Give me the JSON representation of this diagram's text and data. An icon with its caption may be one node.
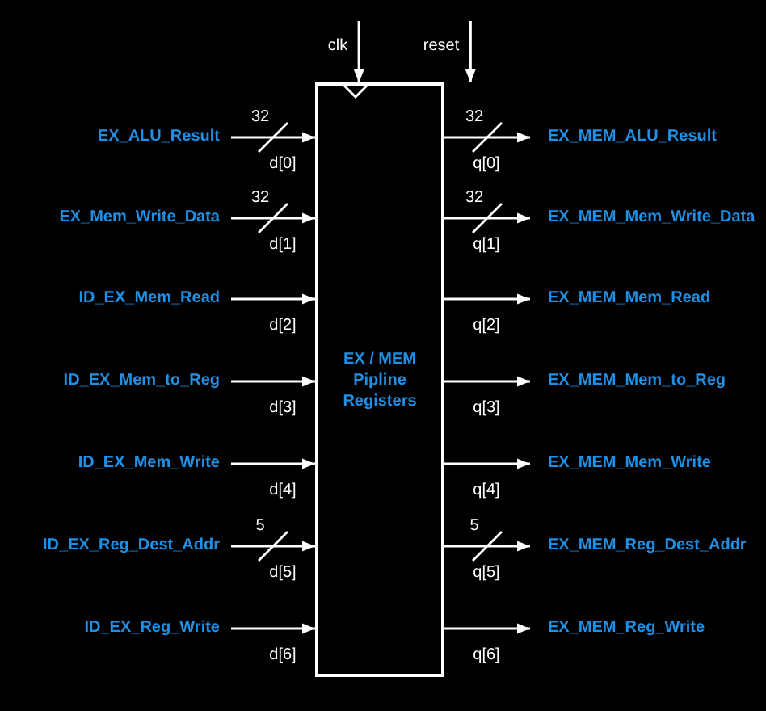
{
  "diagram": {
    "nodes": [
      {
        "text": [
          "EX / MEM Pipline Registers"
        ]
      },
      {
        "text": [
          "EX_ALU_Result"
        ]
      },
      {
        "text": [
          "EX_Mem_Write_Data"
        ]
      },
      {
        "text": [
          "ID_EX_Mem_Read"
        ]
      },
      {
        "text": [
          "ID_EX_Mem_to_Reg"
        ]
      },
      {
        "text": [
          "ID_EX_Mem_Write"
        ]
      },
      {
        "text": [
          "ID_EX_Reg_Dest_Addr"
        ]
      },
      {
        "text": [
          "ID_EX_Reg_Write"
        ]
      },
      {
        "text": [
          "EX_MEM_ALU_Result"
        ]
      },
      {
        "text": [
          "EX_MEM_Mem_Write_Data"
        ]
      },
      {
        "text": [
          "EX_MEM_Mem_Read"
        ]
      },
      {
        "text": [
          "EX_MEM_Mem_to_Reg"
        ]
      },
      {
        "text": [
          "EX_MEM_Mem_Write"
        ]
      },
      {
        "text": [
          "EX_MEM_Reg_Dest_Addr"
        ]
      },
      {
        "text": [
          "EX_MEM_Reg_Write"
        ]
      },
      {
        "text": [
          "clk"
        ]
      },
      {
        "text": [
          "reset"
        ]
      }
    ],
    "edges": [
      {
        "from": 15,
        "to": 0,
        "arrow": "to"
      },
      {
        "from": 16,
        "to": 0,
        "arrow": "to"
      },
      {
        "from": 1,
        "to": 0,
        "arrow": "to",
        "label": "32"
      },
      {
        "from": 0,
        "to": 8,
        "arrow": "to",
        "label": "32"
      },
      {
        "from": 2,
        "to": 0,
        "arrow": "to",
        "label": "32"
      },
      {
        "from": 0,
        "to": 9,
        "arrow": "to",
        "label": "32"
      },
      {
        "from": 3,
        "to": 0,
        "arrow": "to"
      },
      {
        "from": 0,
        "to": 10,
        "arrow": "to"
      },
      {
        "from": 4,
        "to": 0,
        "arrow": "to"
      },
      {
        "from": 0,
        "to": 11,
        "arrow": "to"
      },
      {
        "from": 5,
        "to": 0,
        "arrow": "to"
      },
      {
        "from": 0,
        "to": 12,
        "arrow": "to"
      },
      {
        "from": 6,
        "to": 0,
        "arrow": "to",
        "label": "5"
      },
      {
        "from": 0,
        "to": 13,
        "arrow": "to",
        "label": "5"
      },
      {
        "from": 7,
        "to": 0,
        "arrow": "to"
      },
      {
        "from": 0,
        "to": 14,
        "arrow": "to"
      }
    ],
    "labels": [
      "d[0]",
      "q[0]",
      "d[1]",
      "q[1]",
      "d[2]",
      "q[2]",
      "d[3]",
      "q[3]",
      "d[4]",
      "q[4]",
      "d[5]",
      "q[5]",
      "d[6]",
      "q[6]"
    ]
  }
}
